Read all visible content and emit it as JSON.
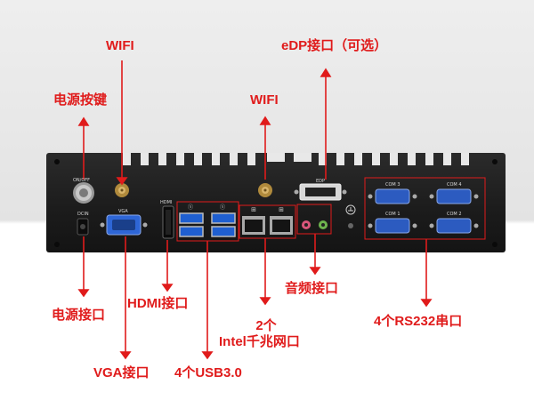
{
  "labels": {
    "wifi_left": "WIFI",
    "wifi_center": "WIFI",
    "power_button": "电源按键",
    "edp": "eDP接口（可选）",
    "power_port": "电源接口",
    "hdmi": "HDMI接口",
    "intel_line1": "2个",
    "intel_line2": "Intel千兆网口",
    "audio": "音频接口",
    "rs232": "4个RS232串口",
    "vga": "VGA接口",
    "usb": "4个USB3.0"
  },
  "panel": {
    "on_off": "ON/OFF",
    "dcin": "DCIN",
    "vga": "VGA",
    "hdmi": "HDMI",
    "edp": "EDP",
    "com3": "COM 3",
    "com4": "COM 4",
    "com1": "COM 1",
    "com2": "COM 2"
  },
  "colors": {
    "annotation": "#e01b1b",
    "chassis": "#1e1e1e",
    "port_blue": "#1f5fd0",
    "connector_gold": "#b08a3c"
  }
}
